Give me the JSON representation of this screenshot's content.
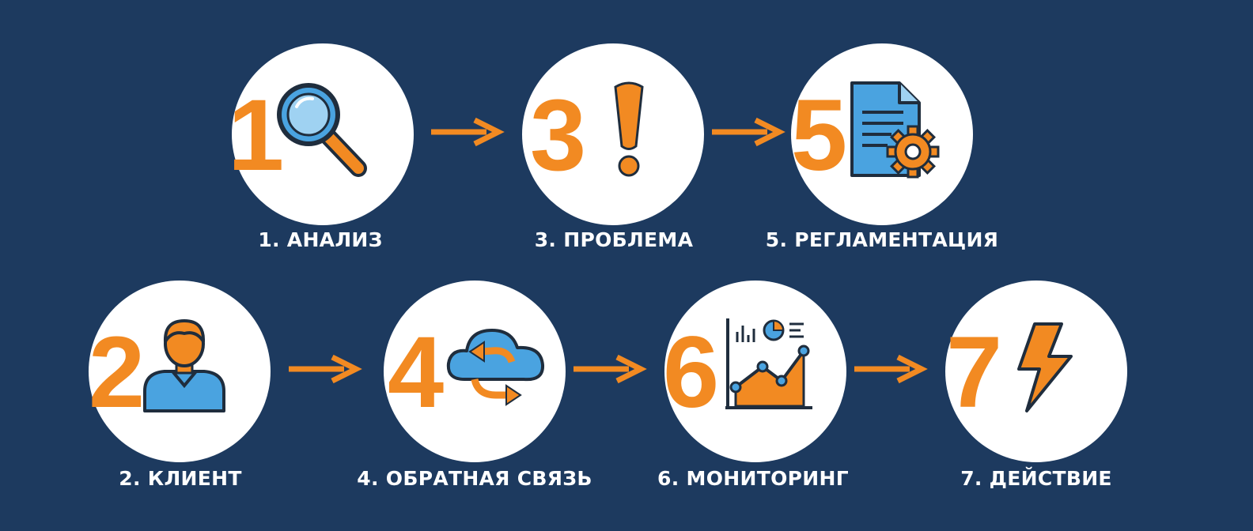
{
  "colors": {
    "background": "#1d3a5f",
    "accent": "#f28a22",
    "icon_blue": "#4aa3e0",
    "circle": "#ffffff"
  },
  "steps": [
    {
      "num": "1",
      "label": "1. АНАЛИЗ",
      "icon": "magnifier-icon"
    },
    {
      "num": "2",
      "label": "2. КЛИЕНТ",
      "icon": "user-icon"
    },
    {
      "num": "3",
      "label": "3. ПРОБЛЕМА",
      "icon": "exclamation-icon"
    },
    {
      "num": "4",
      "label": "4. ОБРАТНАЯ СВЯЗЬ",
      "icon": "cloud-sync-icon"
    },
    {
      "num": "5",
      "label": "5. РЕГЛАМЕНТАЦИЯ",
      "icon": "document-gear-icon"
    },
    {
      "num": "6",
      "label": "6. МОНИТОРИНГ",
      "icon": "chart-icon"
    },
    {
      "num": "7",
      "label": "7. ДЕЙСТВИЕ",
      "icon": "lightning-icon"
    }
  ]
}
